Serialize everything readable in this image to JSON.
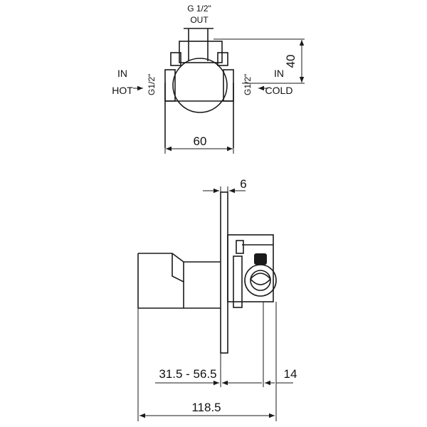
{
  "top_view": {
    "outlet_thread": "G 1/2\"",
    "outlet_label": "OUT",
    "inlet_left_dir": "IN",
    "inlet_left_name": "HOT",
    "inlet_left_thread": "G1/2\"",
    "inlet_right_dir": "IN",
    "inlet_right_name": "COLD",
    "inlet_right_thread": "G1/2\"",
    "dim_width": "60",
    "dim_height": "40"
  },
  "side_view": {
    "dim_plate": "6",
    "dim_range": "31.5 - 56.5",
    "dim_back": "14",
    "dim_total": "118.5"
  }
}
